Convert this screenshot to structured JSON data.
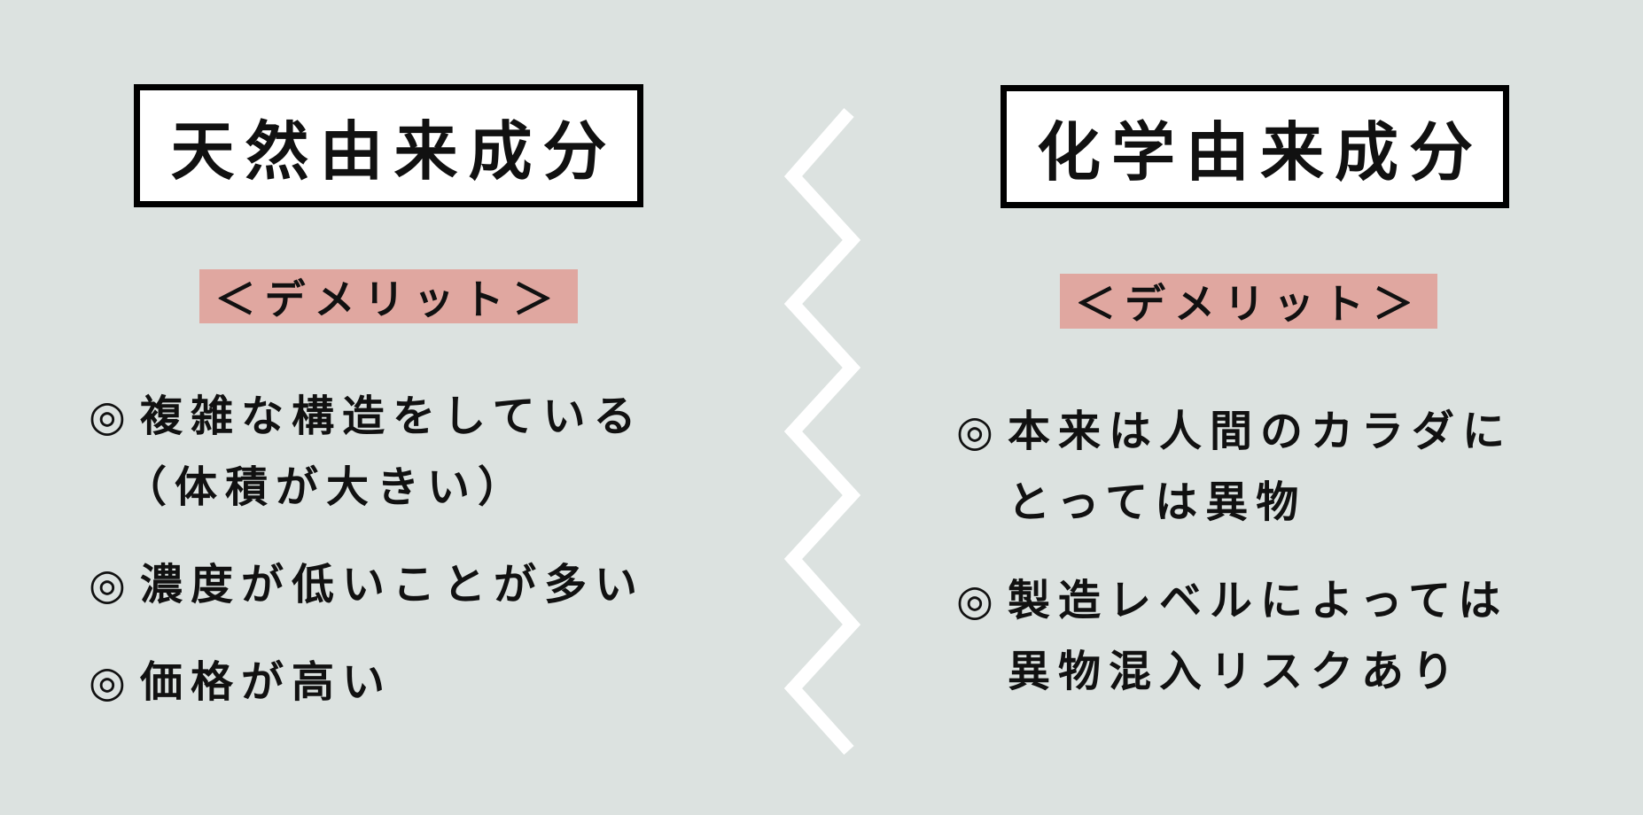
{
  "left": {
    "title": "天然由来成分",
    "label": "＜デメリット＞",
    "bullet": "◎",
    "items": [
      {
        "line1": "複雑な構造をしている",
        "line2": "（体積が大きい）"
      },
      {
        "line1": "濃度が低いことが多い"
      },
      {
        "line1": "価格が高い"
      }
    ]
  },
  "right": {
    "title": "化学由来成分",
    "label": "＜デメリット＞",
    "bullet": "◎",
    "items": [
      {
        "line1": "本来は人間のカラダに",
        "line2": "とっては異物"
      },
      {
        "line1": "製造レベルによっては",
        "line2": "異物混入リスクあり"
      }
    ]
  },
  "colors": {
    "background": "#dce2e0",
    "label_bg": "#e0a7a0",
    "title_border": "#000000",
    "divider": "#ffffff"
  }
}
